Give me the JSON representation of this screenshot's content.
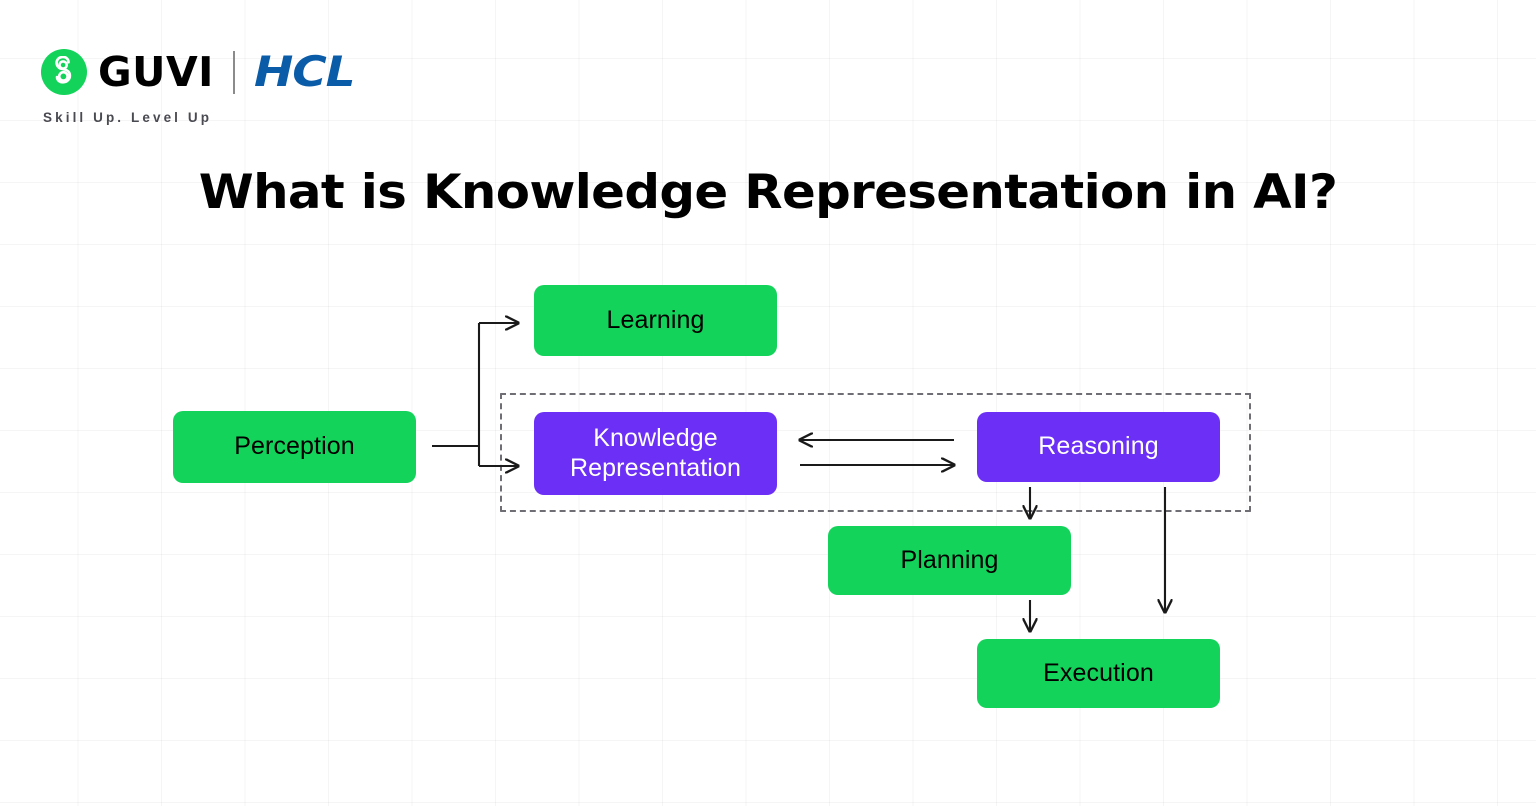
{
  "brand": {
    "logo_mark": "guvi-circle-g-logo",
    "wordmark": "GUVI",
    "partner_wordmark": "HCL",
    "tagline": "Skill Up. Level Up",
    "colors": {
      "guvi_green": "#13d35a",
      "hcl_blue": "#0b5ca8",
      "tagline_gray": "#4a4a52"
    }
  },
  "title": "What is Knowledge Representation in AI?",
  "diagram": {
    "type": "flowchart",
    "colors": {
      "green_node": "#13d35a",
      "purple_node": "#6b2ff5",
      "edge": "#1a1a1a",
      "dashed_group": "#6e6e74",
      "grid": "#f0f0f0"
    },
    "nodes": [
      {
        "id": "perception",
        "label": "Perception",
        "style": "green"
      },
      {
        "id": "learning",
        "label": "Learning",
        "style": "green"
      },
      {
        "id": "knowledge_representation",
        "label": "Knowledge\nRepresentation",
        "line1": "Knowledge",
        "line2": "Representation",
        "style": "purple"
      },
      {
        "id": "reasoning",
        "label": "Reasoning",
        "style": "purple"
      },
      {
        "id": "planning",
        "label": "Planning",
        "style": "green"
      },
      {
        "id": "execution",
        "label": "Execution",
        "style": "green"
      }
    ],
    "group_box": {
      "id": "core-group",
      "style": "dashed",
      "contains": [
        "knowledge_representation",
        "reasoning"
      ]
    },
    "edges": [
      {
        "from": "perception",
        "to": "learning",
        "direction": "forward"
      },
      {
        "from": "perception",
        "to": "knowledge_representation",
        "direction": "forward"
      },
      {
        "from": "reasoning",
        "to": "knowledge_representation",
        "direction": "forward"
      },
      {
        "from": "knowledge_representation",
        "to": "reasoning",
        "direction": "forward"
      },
      {
        "from": "reasoning",
        "to": "planning",
        "direction": "forward"
      },
      {
        "from": "planning",
        "to": "execution",
        "direction": "forward"
      },
      {
        "from": "reasoning",
        "to": "execution",
        "direction": "forward"
      }
    ]
  }
}
